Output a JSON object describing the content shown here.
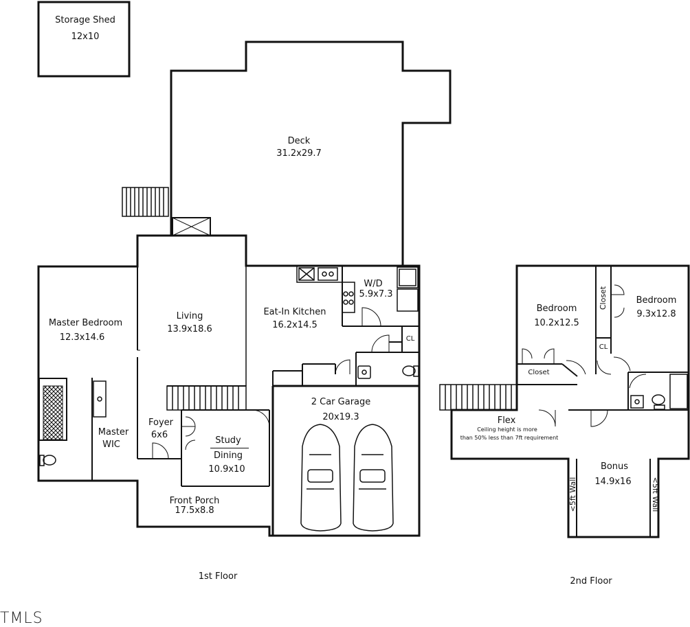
{
  "rooms": {
    "storage_shed": {
      "name": "Storage Shed",
      "dim": "12x10"
    },
    "deck": {
      "name": "Deck",
      "dim": "31.2x29.7"
    },
    "master_bedroom": {
      "name": "Master Bedroom",
      "dim": "12.3x14.6"
    },
    "living": {
      "name": "Living",
      "dim": "13.9x18.6"
    },
    "kitchen": {
      "name": "Eat-In Kitchen",
      "dim": "16.2x14.5"
    },
    "wd": {
      "name": "W/D",
      "dim": "5.9x7.3"
    },
    "cl": {
      "name": "CL"
    },
    "garage": {
      "name": "2 Car Garage",
      "dim": "20x19.3"
    },
    "master_wic": {
      "name": "Master",
      "name2": "WIC"
    },
    "foyer": {
      "name": "Foyer",
      "dim": "6x6"
    },
    "study_dining": {
      "name": "Study",
      "name2": "Dining",
      "dim": "10.9x10"
    },
    "front_porch": {
      "name": "Front Porch",
      "dim": "17.5x8.8"
    },
    "bedroom_2a": {
      "name": "Bedroom",
      "dim": "10.2x12.5"
    },
    "bedroom_2b": {
      "name": "Bedroom",
      "dim": "9.3x12.8"
    },
    "closet_vertical": {
      "name": "Closet"
    },
    "cl_upper": {
      "name": "CL"
    },
    "closet_lower": {
      "name": "Closet"
    },
    "flex": {
      "name": "Flex",
      "note1": "Ceiling height is more",
      "note2": "than 50% less than 7ft requirement"
    },
    "bonus": {
      "name": "Bonus",
      "dim": "14.9x16"
    },
    "wall_left": {
      "name": "<5ft Wall"
    },
    "wall_right": {
      "name": "<5ft Wall"
    }
  },
  "floors": {
    "first": "1st Floor",
    "second": "2nd Floor"
  },
  "brand": "TMLS"
}
